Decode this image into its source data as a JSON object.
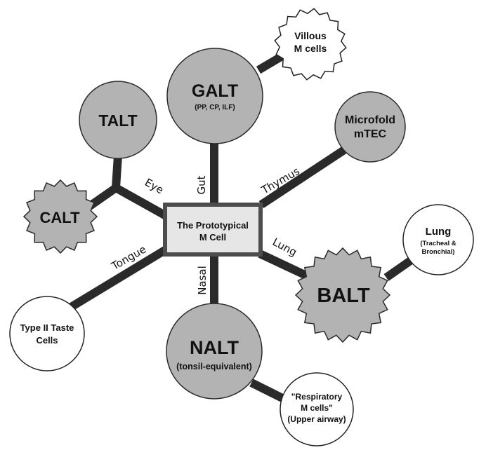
{
  "center": {
    "line1": "The Prototypical",
    "line2": "M Cell"
  },
  "nodes": {
    "galt": {
      "title": "GALT",
      "sub": "(PP, CP, ILF)"
    },
    "villous": {
      "line1": "Villous",
      "line2": "M cells"
    },
    "talt": {
      "title": "TALT"
    },
    "calt": {
      "title": "CALT"
    },
    "microfold": {
      "line1": "Microfold",
      "line2": "mTEC"
    },
    "lung": {
      "title": "Lung",
      "sub1": "(Tracheal &",
      "sub2": "Bronchial)"
    },
    "balt": {
      "title": "BALT"
    },
    "nalt": {
      "title": "NALT",
      "sub": "(tonsil-equivalent)"
    },
    "respiratory": {
      "line1": "\"Respiratory",
      "line2": "M cells\"",
      "line3": "(Upper airway)"
    },
    "taste": {
      "line1": "Type II Taste",
      "line2": "Cells"
    }
  },
  "edges": {
    "gut": "Gut",
    "eye": "Eye",
    "thymus": "Thymus",
    "tongue": "Tongue",
    "lung": "Lung",
    "nasal": "Nasal"
  },
  "colors": {
    "fill_gray": "#b3b3b3",
    "line": "#2a2a2a",
    "center_fill": "#e6e6e6",
    "center_border": "#4d4d4d"
  }
}
